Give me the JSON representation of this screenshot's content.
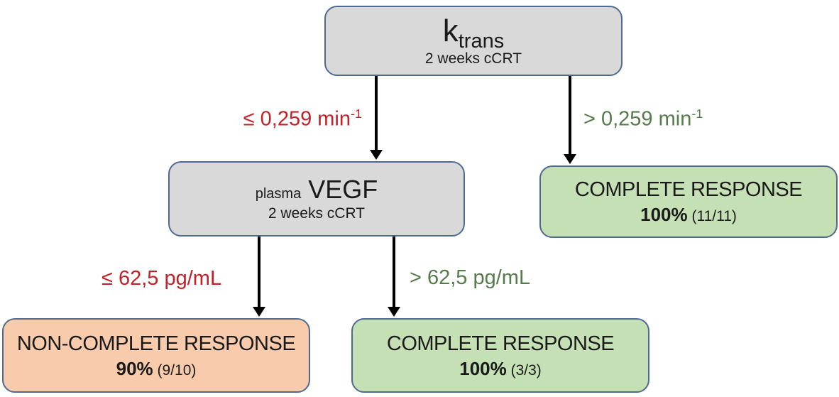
{
  "diagram": {
    "ktrans_node": {
      "symbol": "k",
      "subscript": "trans",
      "subtitle": "2 weeks cCRT"
    },
    "vegf_node": {
      "prefix": "plasma",
      "symbol": "VEGF",
      "subtitle": "2 weeks cCRT"
    },
    "branches": {
      "ktrans_low": {
        "text": "≤ 0,259 min",
        "superscript": "-1"
      },
      "ktrans_high": {
        "text": "> 0,259 min",
        "superscript": "-1"
      },
      "vegf_low": {
        "text": "≤ 62,5 pg/mL"
      },
      "vegf_high": {
        "text": "> 62,5 pg/mL"
      }
    },
    "outcomes": {
      "cr_ktrans_high": {
        "title": "COMPLETE RESPONSE",
        "percent": "100%",
        "fraction": "(11/11)"
      },
      "ncr_vegf_low": {
        "title": "NON-COMPLETE RESPONSE",
        "percent": "90%",
        "fraction": "(9/10)"
      },
      "cr_vegf_high": {
        "title": "COMPLETE RESPONSE",
        "percent": "100%",
        "fraction": "(3/3)"
      }
    }
  },
  "colors": {
    "node_gray_fill": "#d9d9d9",
    "outcome_green_fill": "#c5e0b4",
    "outcome_orange_fill": "#f8cbad",
    "node_border": "#4f6a92",
    "condition_low_red": "#c32127",
    "condition_high_green": "#567b4b",
    "arrow": "#000000",
    "background": "#ffffff"
  }
}
